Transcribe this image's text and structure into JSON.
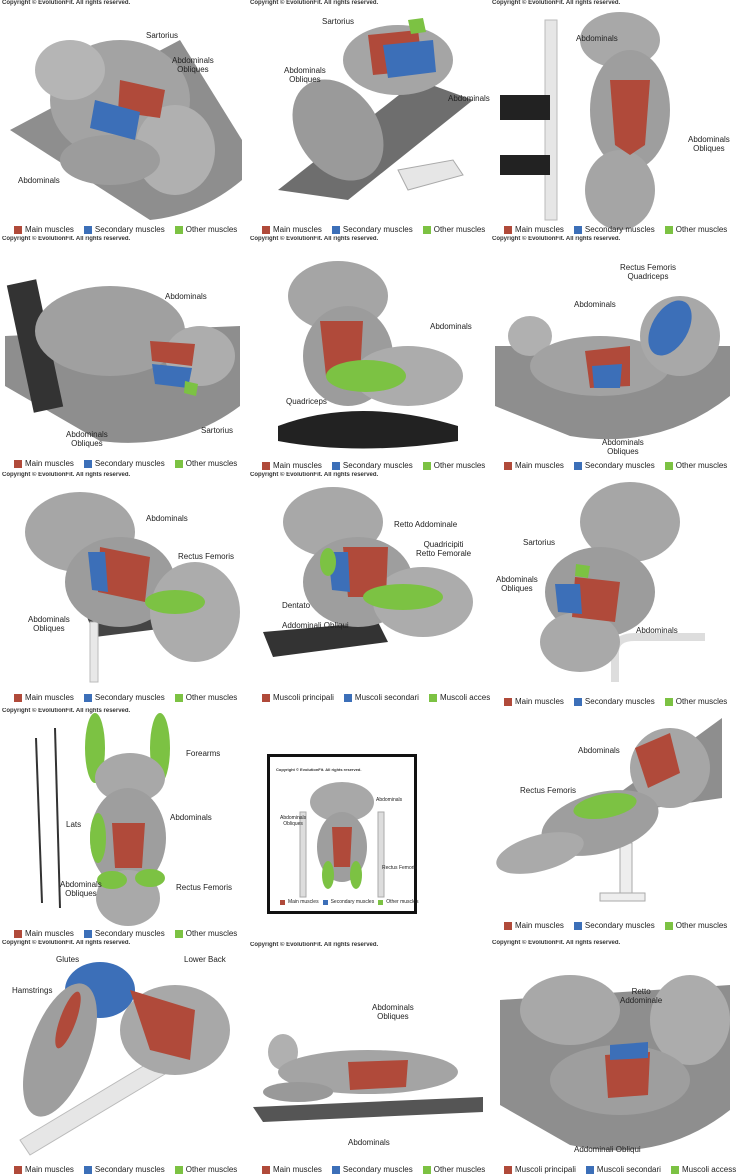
{
  "colors": {
    "main": "#b04a3a",
    "secondary": "#3c6fb8",
    "other": "#7cc243",
    "body": "#9a9a9a",
    "floor": "#8e8e8e"
  },
  "copyright": "Copyright © EvolutionFit. All rights reserved.",
  "legend_en": {
    "main": "Main muscles",
    "secondary": "Secondary muscles",
    "other": "Other muscles"
  },
  "legend_it": {
    "main": "Muscoli principali",
    "secondary": "Muscoli secondari",
    "other": "Muscoli accessori"
  },
  "labels": {
    "p1": {
      "sartorius": "Sartorius",
      "obliques": "Abdominals\nObliques",
      "abdominals": "Abdominals"
    },
    "p2": {
      "sartorius": "Sartorius",
      "obliques": "Abdominals\nObliques",
      "abdominals": "Abdominals"
    },
    "p3": {
      "abdominals": "Abdominals",
      "obliques": "Abdominals\nObliques"
    },
    "p4": {
      "abdominals": "Abdominals",
      "obliques": "Abdominals\nObliques",
      "sartorius": "Sartorius"
    },
    "p5": {
      "abdominals": "Abdominals",
      "quadriceps": "Quadriceps"
    },
    "p6": {
      "rectus": "Rectus Femoris\nQuadriceps",
      "abdominals": "Abdominals",
      "obliques": "Abdominals\nObliques"
    },
    "p7": {
      "abdominals": "Abdominals",
      "rectus": "Rectus Femoris",
      "obliques": "Abdominals\nObliques"
    },
    "p8": {
      "retto": "Retto Addominale",
      "quad": "Quadricipiti\nRetto Femorale",
      "dentato": "Dentato",
      "obliqui": "Addominali Obliqui"
    },
    "p9": {
      "sartorius": "Sartorius",
      "obliques": "Abdominals\nObliques",
      "abdominals": "Abdominals"
    },
    "p10": {
      "forearms": "Forearms",
      "abdominals": "Abdominals",
      "lats": "Lats",
      "obliques": "Abdominals\nObliques",
      "rectus": "Rectus Femoris"
    },
    "p11": {
      "abdominals": "Abdominals",
      "obliques": "Abdominals\nObliques",
      "rectus": "Rectus Femoris"
    },
    "p12": {
      "abdominals": "Abdominals",
      "rectus": "Rectus Femoris"
    },
    "p13": {
      "glutes": "Glutes",
      "lower_back": "Lower Back",
      "hamstrings": "Hamstrings"
    },
    "p14": {
      "obliques": "Abdominals\nObliques",
      "abdominals": "Abdominals"
    },
    "p15": {
      "retto": "Retto\nAddominale",
      "obliqui": "Addominali Obliqui"
    }
  }
}
